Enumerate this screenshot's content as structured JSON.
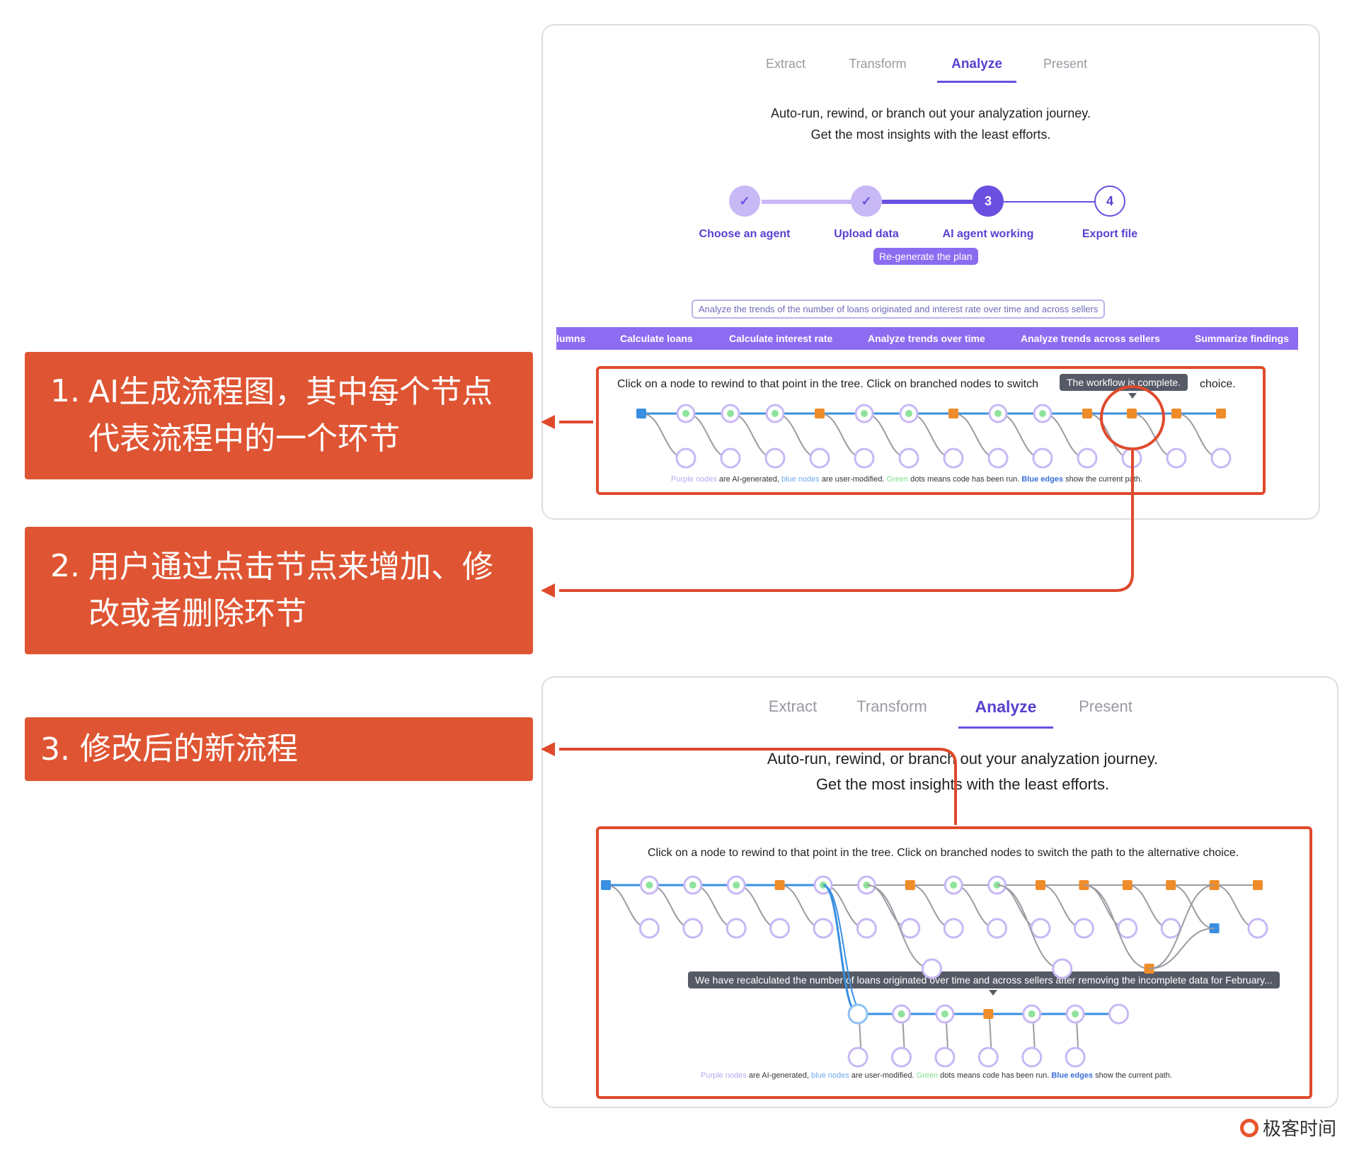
{
  "callouts": [
    {
      "num": "1.",
      "lines": [
        "AI生成流程图，其中每个节点",
        "代表流程中的一个环节"
      ]
    },
    {
      "num": "2.",
      "lines": [
        "用户通过点击节点来增加、修",
        "改或者删除环节"
      ]
    },
    {
      "num": "3.",
      "lines": [
        "修改后的新流程"
      ]
    }
  ],
  "tabs": [
    "Extract",
    "Transform",
    "Analyze",
    "Present"
  ],
  "active_tab": "Analyze",
  "subtitle": {
    "line1": "Auto-run, rewind, or branch out your analyzation journey.",
    "line2": "Get the most insights with the least efforts."
  },
  "stepper": [
    {
      "label": "Choose an agent",
      "state": "done",
      "mark": "✓"
    },
    {
      "label": "Upload data",
      "state": "done",
      "mark": "✓"
    },
    {
      "label": "AI agent working",
      "state": "active",
      "mark": "3"
    },
    {
      "label": "Export file",
      "state": "todo",
      "mark": "4"
    }
  ],
  "regen_button": "Re-generate the plan",
  "goal": "Analyze the trends of the number of loans originated and interest rate over time and across sellers",
  "breadcrumb": [
    "lumns",
    "Calculate loans",
    "Calculate interest rate",
    "Analyze trends over time",
    "Analyze trends across sellers",
    "Summarize findings"
  ],
  "hint_top": {
    "before": "Click on a node to rewind to that point in the tree. Click on branched nodes to switch",
    "after": "choice."
  },
  "tooltip_top": "The workflow is complete.",
  "hint_bottom": "Click on a node to rewind to that point in the tree. Click on branched nodes to switch the path to the alternative choice.",
  "tooltip_bottom": "We have recalculated the number of loans originated over time and across sellers after removing the incomplete data for February...",
  "legend": {
    "purple": "Purple nodes",
    "t1": " are AI-generated, ",
    "blue": "blue nodes",
    "t2": " are user-modified. ",
    "green": "Green",
    "t3": " dots means code has been run. ",
    "edges": "Blue edges",
    "t4": " show the current path."
  },
  "logo_text": "极客时间",
  "colors": {
    "accent": "#df5533",
    "purple": "#8d6cf2",
    "orange": "#ef8c2a",
    "blue": "#3a8fe0",
    "green": "#8fe39c",
    "light_purple": "#c8b8f5"
  }
}
